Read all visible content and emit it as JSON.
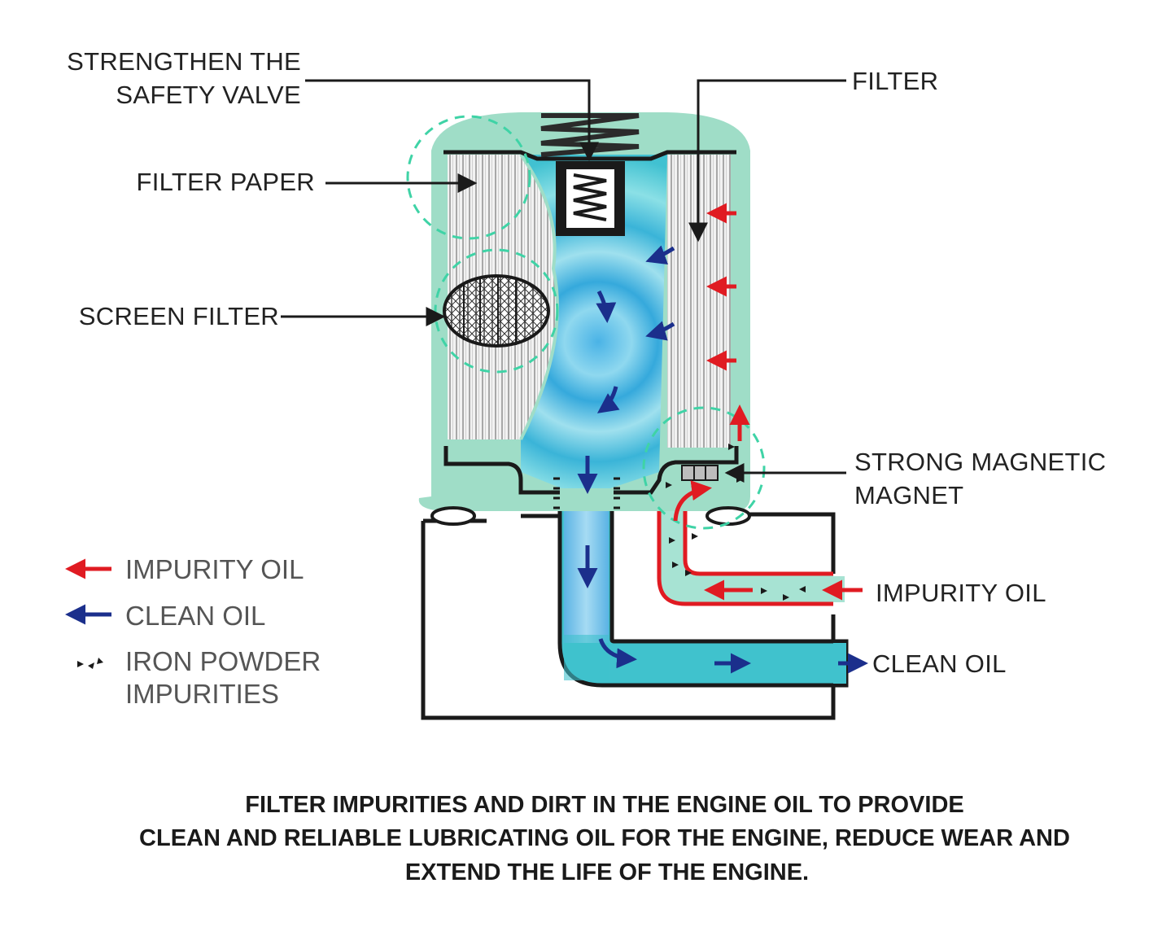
{
  "labels": {
    "safety_valve_line1": "STRENGTHEN THE",
    "safety_valve_line2": "SAFETY VALVE",
    "filter_paper": "FILTER PAPER",
    "screen_filter": "SCREEN FILTER",
    "filter": "FILTER",
    "magnet_line1": "STRONG MAGNETIC",
    "magnet_line2": "MAGNET",
    "impurity_oil_port": "IMPURITY OIL",
    "clean_oil_port": "CLEAN OIL"
  },
  "legend": {
    "impurity_oil": "IMPURITY OIL",
    "clean_oil": "CLEAN OIL",
    "iron_powder_line1": "IRON POWDER",
    "iron_powder_line2": "IMPURITIES"
  },
  "caption": {
    "line1": "FILTER IMPURITIES AND DIRT IN THE ENGINE OIL TO PROVIDE",
    "line2": "CLEAN AND RELIABLE LUBRICATING OIL FOR THE ENGINE, REDUCE WEAR AND",
    "line3": "EXTEND THE LIFE OF THE ENGINE."
  },
  "colors": {
    "housing": "#9fddc7",
    "clean_oil_fluid": "#3fc3d3",
    "impurity_arrow": "#e01b22",
    "clean_arrow": "#1b2f8c",
    "outline": "#1a1a1a"
  }
}
